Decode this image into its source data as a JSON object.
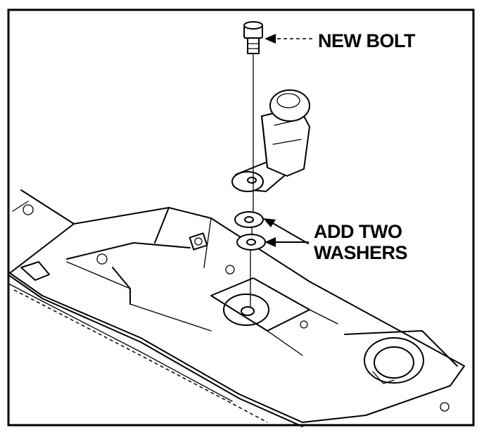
{
  "callouts": {
    "bolt": "NEW BOLT",
    "washers_line1": "ADD TWO",
    "washers_line2": "WASHERS"
  },
  "colors": {
    "ink": "#000000",
    "paper": "#ffffff"
  }
}
